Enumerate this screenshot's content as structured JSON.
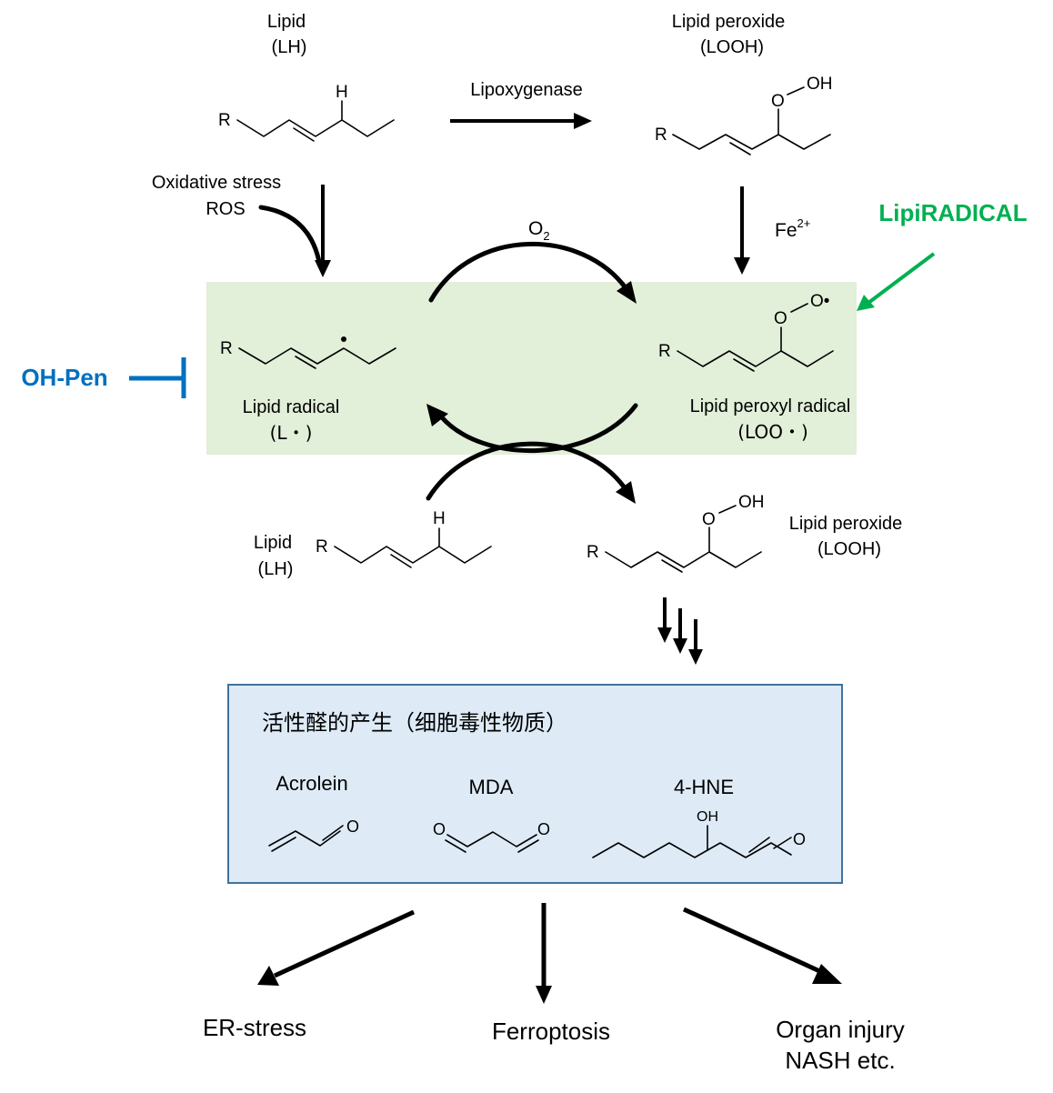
{
  "top_left": {
    "name": "Lipid",
    "abbr": "(LH)"
  },
  "top_right": {
    "name": "Lipid peroxide",
    "abbr": "(LOOH)"
  },
  "enzyme": "Lipoxygenase",
  "stress": {
    "line1": "Oxidative stress",
    "line2": "ROS"
  },
  "oxygen": {
    "base": "O",
    "sub": "2"
  },
  "iron": {
    "base": "Fe",
    "sup": "2+"
  },
  "probe": {
    "label": "LipiRADICAL",
    "color": "#00b050"
  },
  "inhibitor": {
    "label": "OH-Pen",
    "color": "#0070c0"
  },
  "highlight_color": "#e2efd9",
  "radical_left": {
    "name": "Lipid radical",
    "abbr": "(L・)"
  },
  "radical_right": {
    "name": "Lipid peroxyl radical",
    "abbr": "(LOO・)"
  },
  "bottom_left": {
    "name": "Lipid",
    "abbr": "(LH)"
  },
  "bottom_right": {
    "name": "Lipid peroxide",
    "abbr": "(LOOH)"
  },
  "atoms": {
    "R": "R",
    "H": "H",
    "O": "O",
    "OH": "OH",
    "Odot": "O•"
  },
  "aldehyde_box": {
    "title": "活性醛的产生（细胞毒性物质）",
    "fill": "#deebf7",
    "border": "#41719c",
    "compounds": [
      "Acrolein",
      "MDA",
      "4-HNE"
    ]
  },
  "outcomes": {
    "left": "ER-stress",
    "center": "Ferroptosis",
    "right_line1": "Organ injury",
    "right_line2": "NASH etc."
  }
}
